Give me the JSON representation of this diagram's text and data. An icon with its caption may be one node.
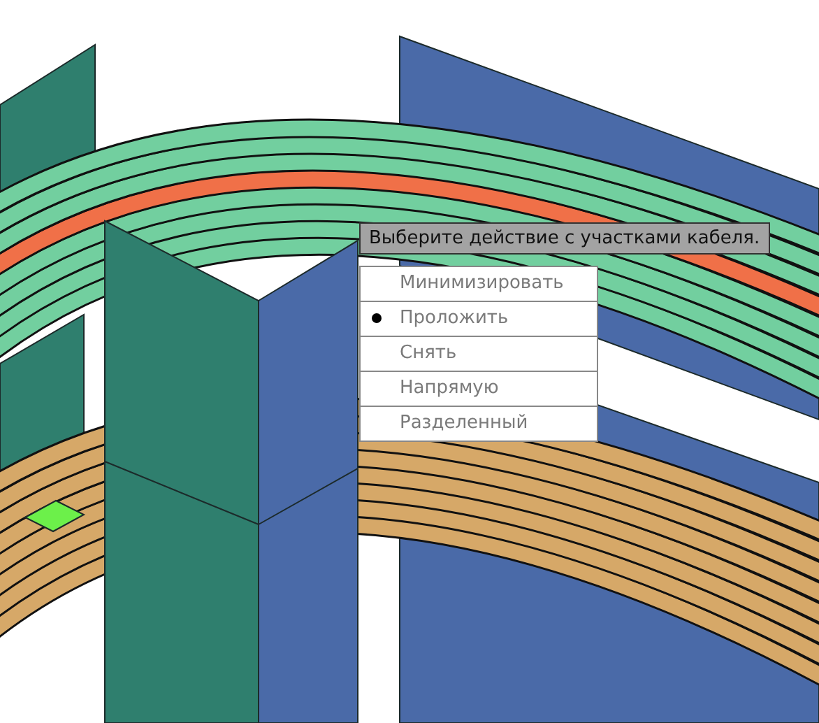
{
  "diagram": {
    "labels": [
      "Выберите действие с участками кабеля.",
      "Минимизировать",
      "Проложить",
      "Снять",
      "Напрямую",
      "Разделенный"
    ]
  }
}
